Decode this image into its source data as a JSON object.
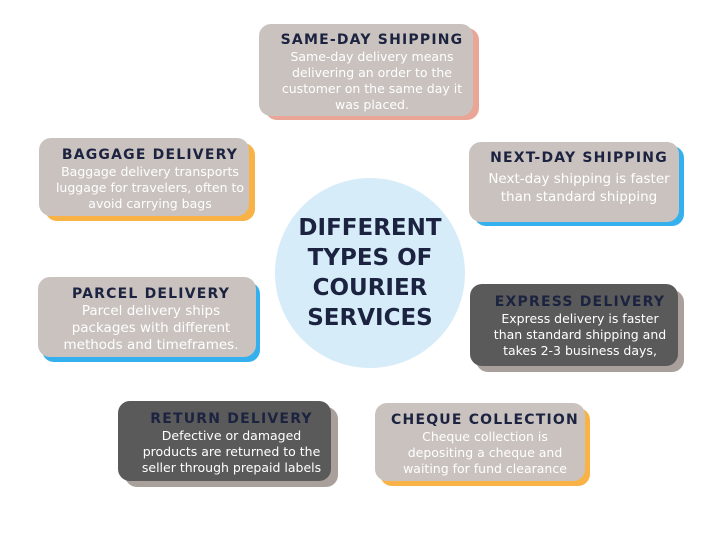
{
  "colors": {
    "salmon": "#e9a595",
    "blue": "#34b0ef",
    "orange": "#f8b245",
    "gray": "#a9a09c",
    "dark_shadow": "#5a5a5a",
    "light_shadow": "#c9c2be",
    "center_circle": "#d6ecf8",
    "title_text": "#1c2340"
  },
  "center": {
    "text": "DIFFERENT\nTYPES OF\nCOURIER\nSERVICES"
  },
  "cards": {
    "same_day": {
      "title": "SAME-DAY SHIPPING",
      "description": "Same-day delivery means delivering an order to the customer on the same day it was placed."
    },
    "baggage": {
      "title": "BAGGAGE DELIVERY",
      "description": "Baggage delivery transports luggage for travelers, often to avoid carrying bags"
    },
    "next_day": {
      "title": "NEXT-DAY SHIPPING",
      "description": "Next-day shipping is faster than standard shipping"
    },
    "parcel": {
      "title": "PARCEL DELIVERY",
      "description": "Parcel delivery ships packages with different methods and timeframes."
    },
    "express": {
      "title": "EXPRESS DELIVERY",
      "description": "Express delivery is faster than standard shipping and takes 2-3 business days,"
    },
    "return": {
      "title": "RETURN DELIVERY",
      "description": "Defective or damaged products are returned to the seller through prepaid labels"
    },
    "cheque": {
      "title": "CHEQUE COLLECTION",
      "description": "Cheque collection is depositing a cheque and waiting for fund clearance"
    }
  }
}
